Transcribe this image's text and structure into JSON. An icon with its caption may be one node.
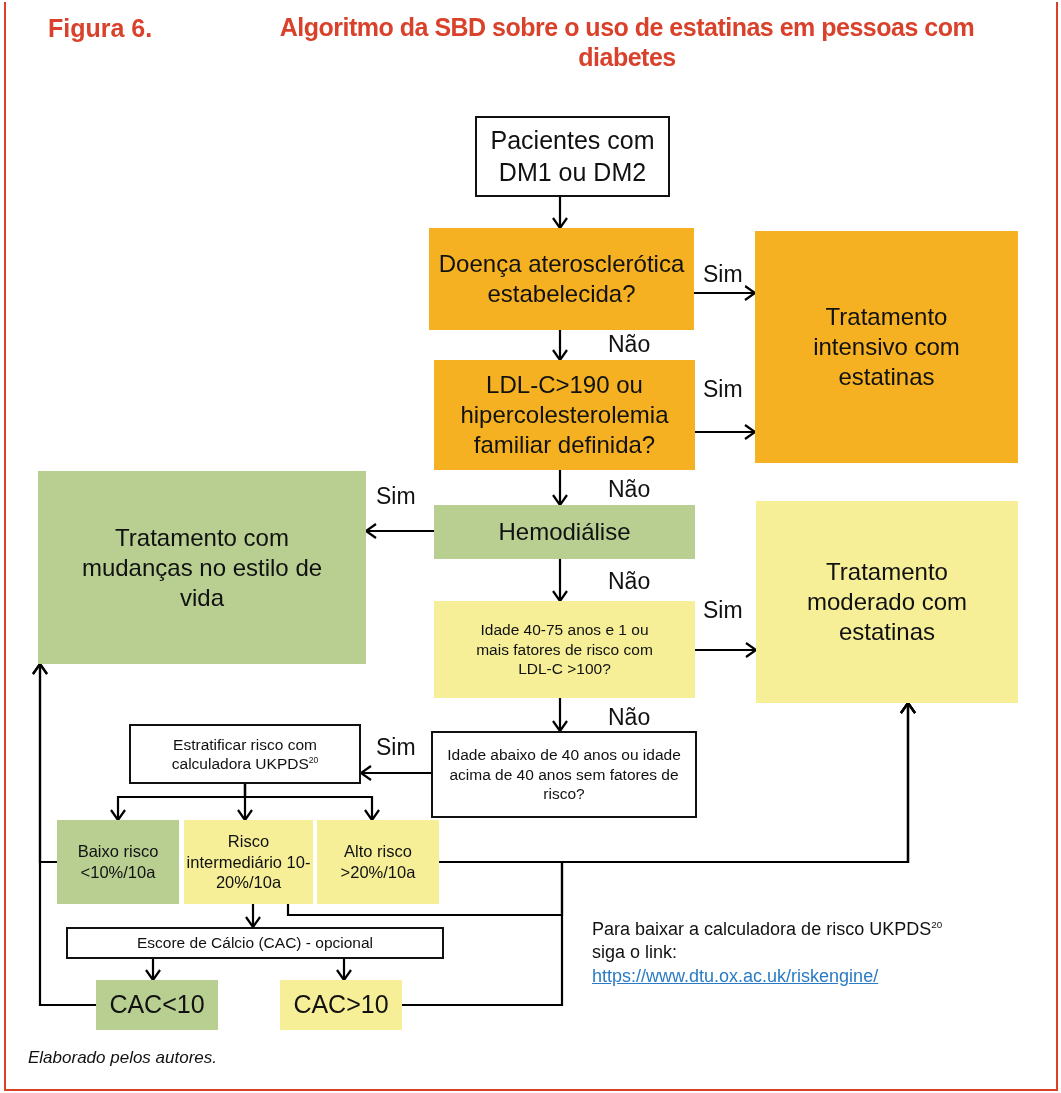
{
  "diagram": {
    "title": "Algoritmo da SBD sobre o uso de estatinas em pessoas com diabetes",
    "caption": "Elaborado pelos autores.",
    "nodes": [
      {
        "text": [
          "Pacientes com DM1 ou DM2"
        ]
      },
      {
        "text": [
          "Doença aterosclerótica estabelecida?"
        ]
      },
      {
        "text": [
          "Tratamento intensivo com estatinas"
        ]
      },
      {
        "text": [
          "LDL-C>190 ou hipercolesterolemia familiar definida?"
        ]
      },
      {
        "text": [
          "Tratamento com mudanças no estilo de vida"
        ]
      },
      {
        "text": [
          "Hemodiálise"
        ]
      },
      {
        "text": [
          "Tratamento moderado com estatinas"
        ]
      },
      {
        "text": [
          "Idade 40-75 anos e 1 ou mais fatores de risco com LDL-C >100?"
        ]
      },
      {
        "text": [
          "Estratificar risco com calculadora UKPDS$^{20}$"
        ]
      },
      {
        "text": [
          "Idade abaixo de 40 anos ou idade acima de 40 anos sem fatores de risco?"
        ]
      },
      {
        "text": [
          "Baixo risco <10%/10a"
        ]
      },
      {
        "text": [
          "Risco intermediário 10-20%/10a"
        ]
      },
      {
        "text": [
          "Alto risco >20%/10a"
        ]
      },
      {
        "text": [
          "Escore de Cálcio (CAC) - opcional"
        ]
      },
      {
        "text": [
          "CAC<10"
        ]
      },
      {
        "text": [
          "CAC>10"
        ]
      }
    ],
    "edges": [
      {
        "from": 0,
        "to": 1,
        "arrow": "to"
      },
      {
        "from": 1,
        "to": 2,
        "arrow": "to",
        "label": "Sim"
      },
      {
        "from": 1,
        "to": 3,
        "arrow": "to",
        "label": "Não"
      },
      {
        "from": 3,
        "to": 2,
        "arrow": "to",
        "label": "Sim"
      },
      {
        "from": 3,
        "to": 5,
        "arrow": "to",
        "label": "Não"
      },
      {
        "from": 5,
        "to": 4,
        "arrow": "to",
        "label": "Sim"
      },
      {
        "from": 5,
        "to": 7,
        "arrow": "to",
        "label": "Não"
      },
      {
        "from": 7,
        "to": 6,
        "arrow": "to",
        "label": "Sim"
      },
      {
        "from": 7,
        "to": 9,
        "arrow": "to",
        "label": "Não"
      },
      {
        "from": 9,
        "to": 8,
        "arrow": "to",
        "label": "Sim"
      },
      {
        "from": 8,
        "to": 10,
        "arrow": "to"
      },
      {
        "from": 8,
        "to": 11,
        "arrow": "to"
      },
      {
        "from": 8,
        "to": 12,
        "arrow": "to"
      },
      {
        "from": 11,
        "to": 13,
        "arrow": "to"
      },
      {
        "from": 13,
        "to": 14,
        "arrow": "to"
      },
      {
        "from": 13,
        "to": 15,
        "arrow": "to"
      },
      {
        "from": 10,
        "to": 4,
        "arrow": "to"
      },
      {
        "from": 14,
        "to": 4,
        "arrow": "to"
      },
      {
        "from": 12,
        "to": 6,
        "arrow": "to"
      },
      {
        "from": 11,
        "to": 6,
        "arrow": "to"
      },
      {
        "from": 15,
        "to": 6,
        "arrow": "to"
      }
    ],
    "labels": [
      "Figura 6.",
      "Para baixar a calculadora de risco UKPDS$^{20}$ siga o link:",
      "https://www.dtu.ox.ac.uk/riskengine/"
    ]
  }
}
